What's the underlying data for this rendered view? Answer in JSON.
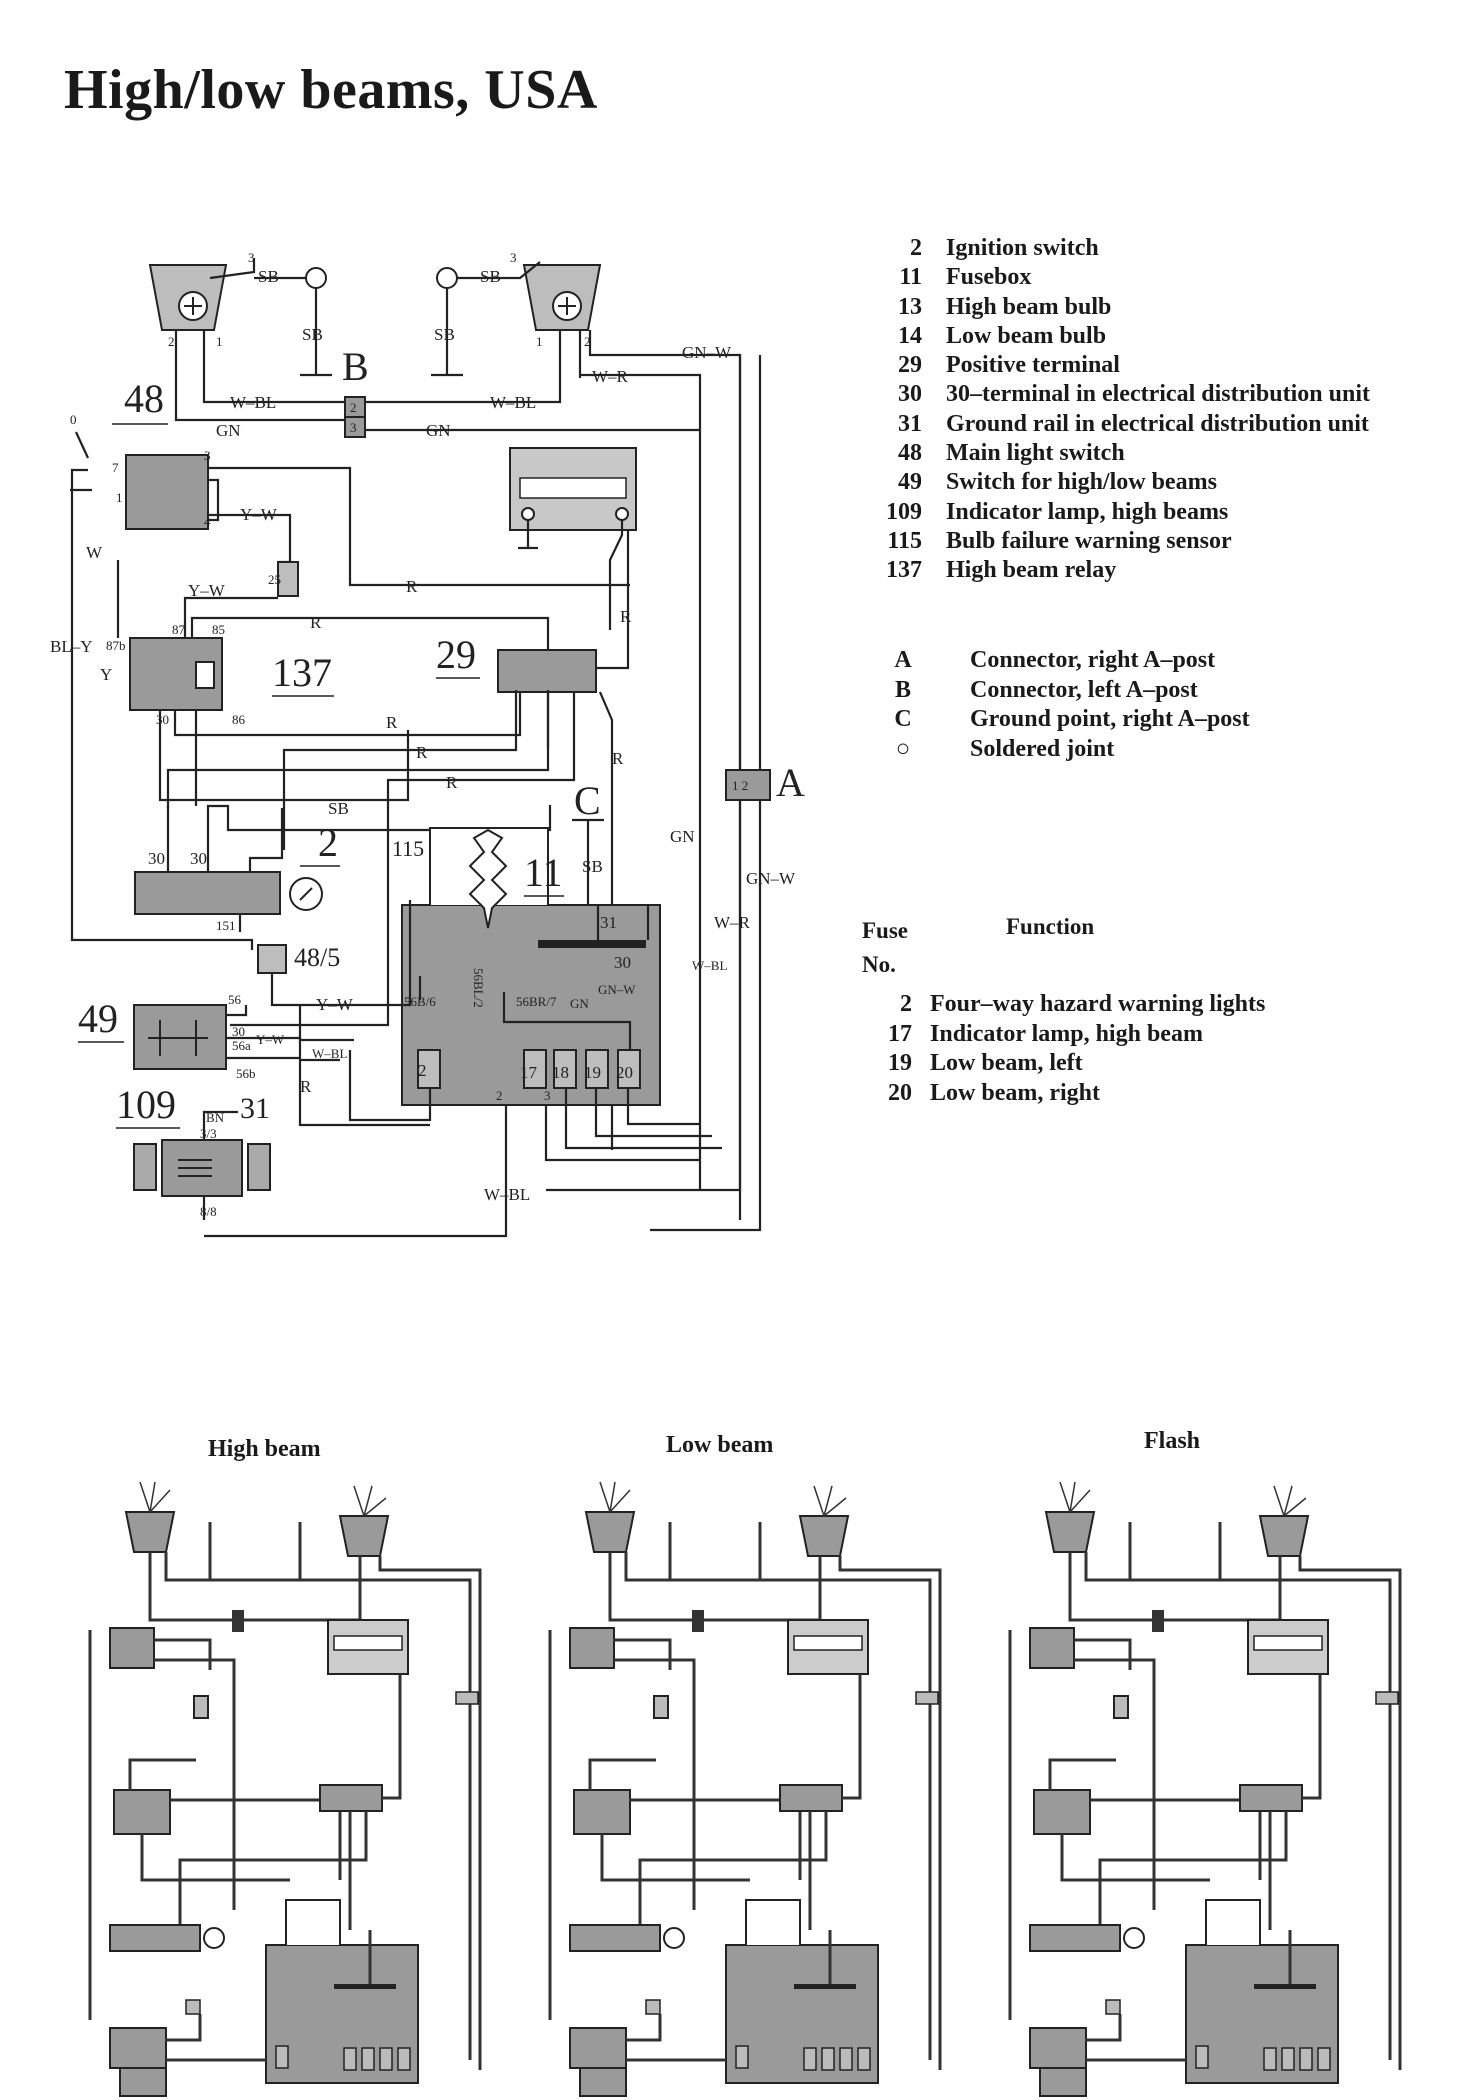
{
  "title": "High/low beams, USA",
  "components": [
    {
      "num": "2",
      "label": "Ignition switch"
    },
    {
      "num": "11",
      "label": "Fusebox"
    },
    {
      "num": "13",
      "label": "High beam bulb"
    },
    {
      "num": "14",
      "label": "Low beam bulb"
    },
    {
      "num": "29",
      "label": "Positive terminal"
    },
    {
      "num": "30",
      "label": "30–terminal in electrical distribution unit"
    },
    {
      "num": "31",
      "label": "Ground rail in electrical distribution unit"
    },
    {
      "num": "48",
      "label": "Main light switch"
    },
    {
      "num": "49",
      "label": "Switch for high/low beams"
    },
    {
      "num": "109",
      "label": "Indicator lamp, high beams"
    },
    {
      "num": "115",
      "label": "Bulb failure warning sensor"
    },
    {
      "num": "137",
      "label": "High beam relay"
    }
  ],
  "connectors": [
    {
      "num": "A",
      "label": "Connector, right A–post"
    },
    {
      "num": "B",
      "label": "Connector, left A–post"
    },
    {
      "num": "C",
      "label": "Ground point, right A–post"
    },
    {
      "num": "○",
      "label": "Soldered joint"
    }
  ],
  "fuse_table": {
    "col_fuse": "Fuse",
    "col_no": "No.",
    "col_function": "Function",
    "rows": [
      {
        "num": "2",
        "label": "Four–way hazard warning lights"
      },
      {
        "num": "17",
        "label": "Indicator lamp, high beam"
      },
      {
        "num": "19",
        "label": "Low beam, left"
      },
      {
        "num": "20",
        "label": "Low beam, right"
      }
    ]
  },
  "diagram_labels": {
    "c48": "48",
    "c137": "137",
    "c29": "29",
    "c2": "2",
    "c115": "115",
    "c11": "11",
    "c49": "49",
    "c109": "109",
    "c31": "31",
    "c48_5": "48/5",
    "conn_a": "A",
    "conn_b": "B",
    "conn_c": "C",
    "sb": "SB",
    "w_bl": "W–BL",
    "gn": "GN",
    "w_r": "W–R",
    "gn_w": "GN–W",
    "y_w": "Y–W",
    "r": "R",
    "w": "W",
    "bl_y": "BL–Y",
    "y": "Y",
    "pin_2": "2",
    "pin_3": "3",
    "pin_1": "1",
    "pin_4": "4",
    "pin_7": "7",
    "pin_25": "25",
    "pin_87": "87",
    "pin_87b": "87b",
    "pin_85": "85",
    "pin_86": "86",
    "pin_30": "30",
    "pin_151": "151",
    "pin_56": "56",
    "pin_56a": "56a",
    "pin_56b": "56b",
    "pin_56b6": "56B/6",
    "pin_56bl2": "56BL/2",
    "pin_56br7": "56BR/7",
    "pin_17": "17",
    "pin_18": "18",
    "pin_19": "19",
    "pin_20": "20",
    "pin_bn": "BN",
    "pin_33": "3/3",
    "pin_88": "8/8",
    "pin_12": "1  2",
    "pin_0": "0"
  },
  "mini_diagrams": [
    {
      "title": "High beam"
    },
    {
      "title": "Low beam"
    },
    {
      "title": "Flash"
    }
  ]
}
